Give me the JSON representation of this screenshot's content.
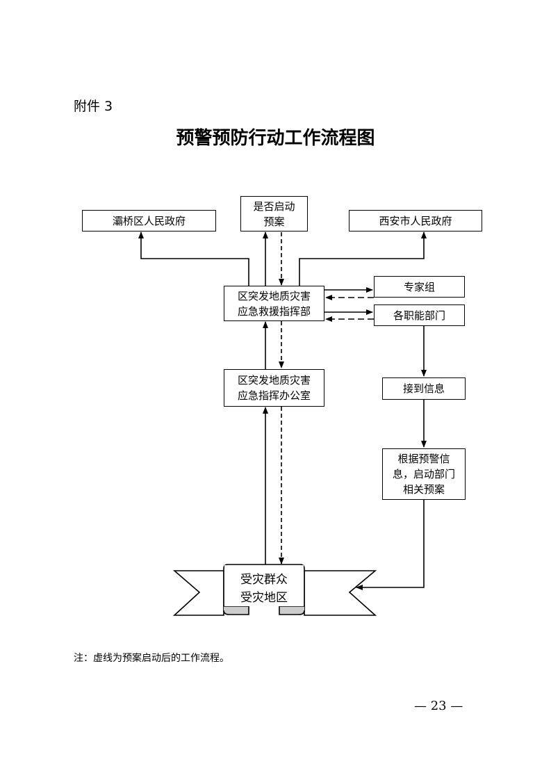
{
  "header": {
    "attachment_label": "附件 3",
    "title": "预警预防行动工作流程图"
  },
  "nodes": {
    "baqiao_gov": "灞桥区人民政府",
    "activate_plan": "是否启动\n预案",
    "xian_gov": "西安市人民政府",
    "command_hq": "区突发地质灾害\n应急救援指挥部",
    "expert_group": "专家组",
    "departments": "各职能部门",
    "command_office": "区突发地质灾害\n应急指挥办公室",
    "receive_info": "接到信息",
    "activate_dept_plan": "根据预警信\n息，启动部门\n相关预案",
    "affected": "受灾群众\n受灾地区"
  },
  "edges": [
    {
      "from": "command_hq",
      "to": "baqiao_gov",
      "style": "solid"
    },
    {
      "from": "command_hq",
      "to": "activate_plan",
      "style": "solid"
    },
    {
      "from": "activate_plan",
      "to": "command_hq",
      "style": "dashed"
    },
    {
      "from": "command_hq",
      "to": "xian_gov",
      "style": "solid"
    },
    {
      "from": "command_hq",
      "to": "expert_group",
      "style": "solid"
    },
    {
      "from": "expert_group",
      "to": "command_hq",
      "style": "dashed"
    },
    {
      "from": "command_hq",
      "to": "departments",
      "style": "solid"
    },
    {
      "from": "departments",
      "to": "command_hq",
      "style": "dashed"
    },
    {
      "from": "command_office",
      "to": "command_hq",
      "style": "solid"
    },
    {
      "from": "command_hq",
      "to": "command_office",
      "style": "dashed"
    },
    {
      "from": "affected",
      "to": "command_office",
      "style": "solid"
    },
    {
      "from": "command_office",
      "to": "affected",
      "style": "dashed"
    },
    {
      "from": "departments",
      "to": "receive_info",
      "style": "solid"
    },
    {
      "from": "receive_info",
      "to": "activate_dept_plan",
      "style": "solid"
    },
    {
      "from": "activate_dept_plan",
      "to": "affected",
      "style": "solid"
    }
  ],
  "footer": {
    "note": "注：虚线为预案启动后的工作流程。",
    "page_number": "— 23 —"
  }
}
